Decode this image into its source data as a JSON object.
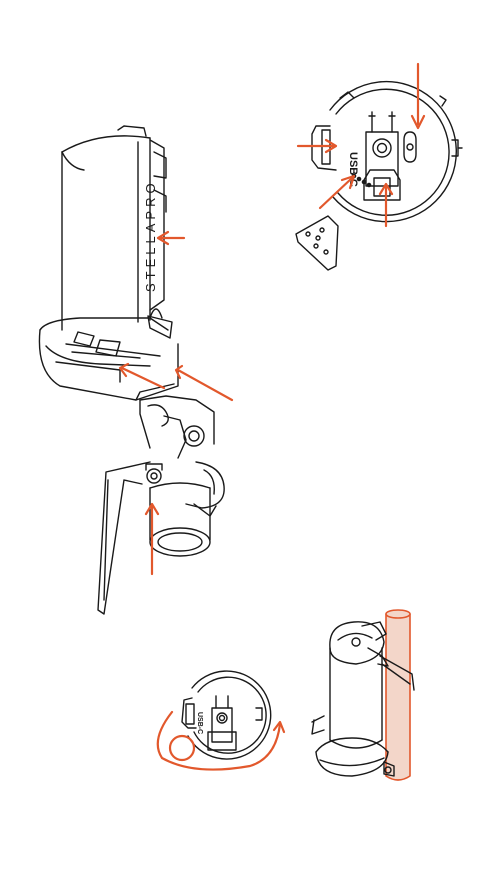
{
  "brand": {
    "battery_label": "STELLAPRO",
    "usb_label": "USB-C"
  },
  "colors": {
    "accent": "#e2582c",
    "line": "#1a1a1a",
    "background": "#ffffff",
    "pole_fill": "#f3d6c9"
  },
  "panels": [
    {
      "name": "mount-top-view",
      "callouts": 3
    },
    {
      "name": "battery-and-clamp-assembly",
      "callouts": 4
    },
    {
      "name": "rotate-to-lock-view",
      "callouts": 1
    },
    {
      "name": "pole-mounted-view",
      "callouts": 0
    }
  ]
}
